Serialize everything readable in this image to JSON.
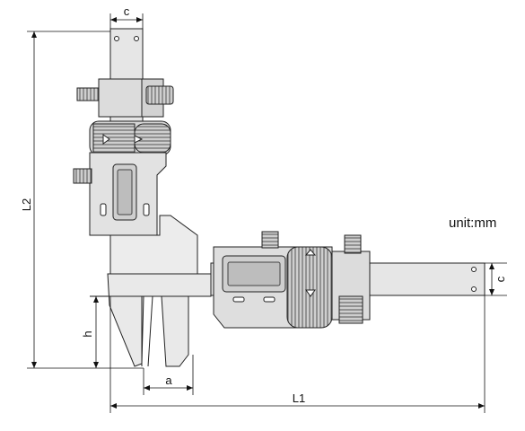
{
  "unit_label": "unit:mm",
  "dimensions": {
    "c_top": "c",
    "c_right": "c",
    "L2": "L2",
    "L1": "L1",
    "h": "h",
    "a": "a"
  }
}
